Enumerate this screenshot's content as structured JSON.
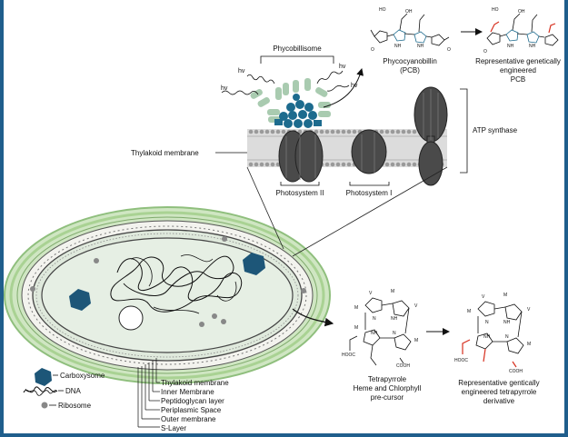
{
  "membrane": {
    "phycobilisome": "Phycobillisome",
    "hv": "hv",
    "thylakoid_membrane": "Thylakoid membrane",
    "photosystem_ii": "Photosystem II",
    "photosystem_i": "Photosystem I",
    "atp_synthase": "ATP synthase"
  },
  "pigments": {
    "pcb_line1": "Phycocyanobillin",
    "pcb_line2": "(PCB)",
    "eng_pcb_line1": "Representative genetically",
    "eng_pcb_line2": "engineered",
    "eng_pcb_line3": "PCB",
    "tetra_line1": "Tetrapyrrole",
    "tetra_line2": "Heme and Chlorphyll",
    "tetra_line3": "pre-cursor",
    "eng_tetra_line1": "Representative gentically",
    "eng_tetra_line2": "engineered tetrapyrrole",
    "eng_tetra_line3": "derivative"
  },
  "chem": {
    "nh": "NH",
    "n": "N",
    "ho": "HO",
    "oh": "OH",
    "o": "O",
    "m": "M",
    "v": "V",
    "p": "P",
    "hooc": "HOOC",
    "cooh": "COOH"
  },
  "legend": {
    "carboxysome": "Carboxysome",
    "dna": "DNA",
    "ribosome": "Ribosome"
  },
  "layers": [
    "Thylakoid membrane",
    "Inner Membrane",
    "Peptidoglycan layer",
    "Periplasmic Space",
    "Outer membrane",
    "S-Layer"
  ],
  "colors": {
    "border": "#1f5e8c",
    "carboxysome": "#1d5678",
    "phyco_dark": "#1d6b8e",
    "phyco_light": "#a9cbb0",
    "protein": "#444444",
    "membrane": "#cfcfcf",
    "cell_outer": "#b9dba6",
    "cell_inner": "#e4eee2",
    "red_bond": "#d7301f"
  }
}
